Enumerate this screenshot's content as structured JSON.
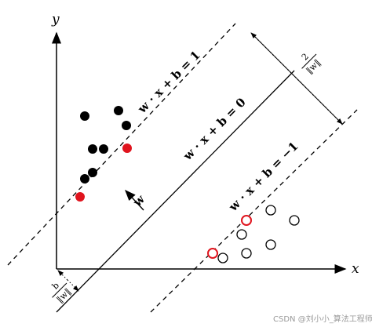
{
  "axes": {
    "x_label": "x",
    "y_label": "y"
  },
  "lines": {
    "upper_margin_label": "w · x + b = 1",
    "hyperplane_label": "w · x + b = 0",
    "lower_margin_label": "w · x + b = −1"
  },
  "normal_vector_label": "w",
  "margin_width_label": {
    "numerator": "2",
    "denominator": "‖w‖"
  },
  "offset_label": {
    "numerator": "b",
    "denominator": "‖w‖"
  },
  "colors": {
    "positive": "#000000",
    "support_vector": "#e0141e",
    "negative": "#000000"
  },
  "watermark": "CSDN @刘小小_算法工程师"
}
